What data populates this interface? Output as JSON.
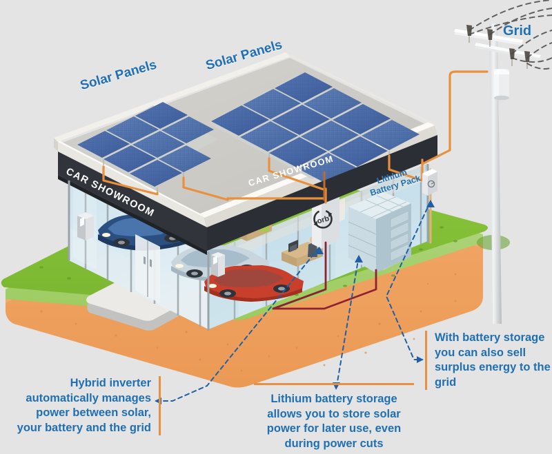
{
  "page": {
    "background_color": "#e4e4e4",
    "accent_blue": "#1f6fb2",
    "accent_orange": "#e98f3f",
    "title": "Solar powered car showroom with hybrid inverter and lithium battery storage"
  },
  "diagram_labels": {
    "solar_panels_left": "Solar Panels",
    "solar_panels_right": "Solar Panels",
    "grid": "Grid",
    "battery_pack_line1": "Lithium",
    "battery_pack_line2": "Battery Pack"
  },
  "building": {
    "fascia_left": "CAR SHOWROOM",
    "fascia_right": "CAR SHOWROOM",
    "inverter_logo": "orb"
  },
  "captions": {
    "inverter": "Hybrid inverter automatically manages power between solar, your battery and the grid",
    "battery": "Lithium battery storage allows you to store solar power for later use, even during power cuts",
    "grid": "With battery storage you can also sell surplus energy to the grid"
  },
  "elements": {
    "cars": [
      "blue-car",
      "silver-car",
      "red-car",
      "red-car-rear"
    ],
    "icons": [
      "solar-panel-array-icon",
      "utility-pole-icon",
      "power-line-icon",
      "hybrid-inverter-icon",
      "lithium-battery-cabinet-icon",
      "electricity-meter-icon",
      "grass-ground-icon",
      "soil-layer-icon"
    ]
  }
}
